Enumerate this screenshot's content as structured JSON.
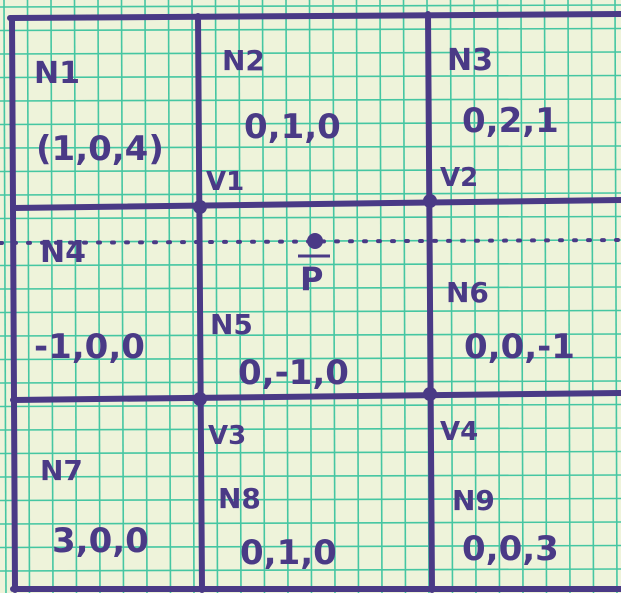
{
  "ink_color": "#4a3a86",
  "grid_color": "#45c6a2",
  "paper_color": "#eef3da",
  "cells": [
    {
      "id": "n1",
      "label": "N1",
      "vector": "(1,0,4)"
    },
    {
      "id": "n2",
      "label": "N2",
      "vector": "0,1,0"
    },
    {
      "id": "n3",
      "label": "N3",
      "vector": "0,2,1"
    },
    {
      "id": "n4",
      "label": "N4",
      "vector": "-1,0,0"
    },
    {
      "id": "n5",
      "label": "N5",
      "vector": "0,-1,0"
    },
    {
      "id": "n6",
      "label": "N6",
      "vector": "0,0,-1"
    },
    {
      "id": "n7",
      "label": "N7",
      "vector": "3,0,0"
    },
    {
      "id": "n8",
      "label": "N8",
      "vector": "0,1,0"
    },
    {
      "id": "n9",
      "label": "N9",
      "vector": "0,0,3"
    }
  ],
  "vertices": [
    "V1",
    "V2",
    "V3",
    "V4"
  ],
  "point_label": "P"
}
